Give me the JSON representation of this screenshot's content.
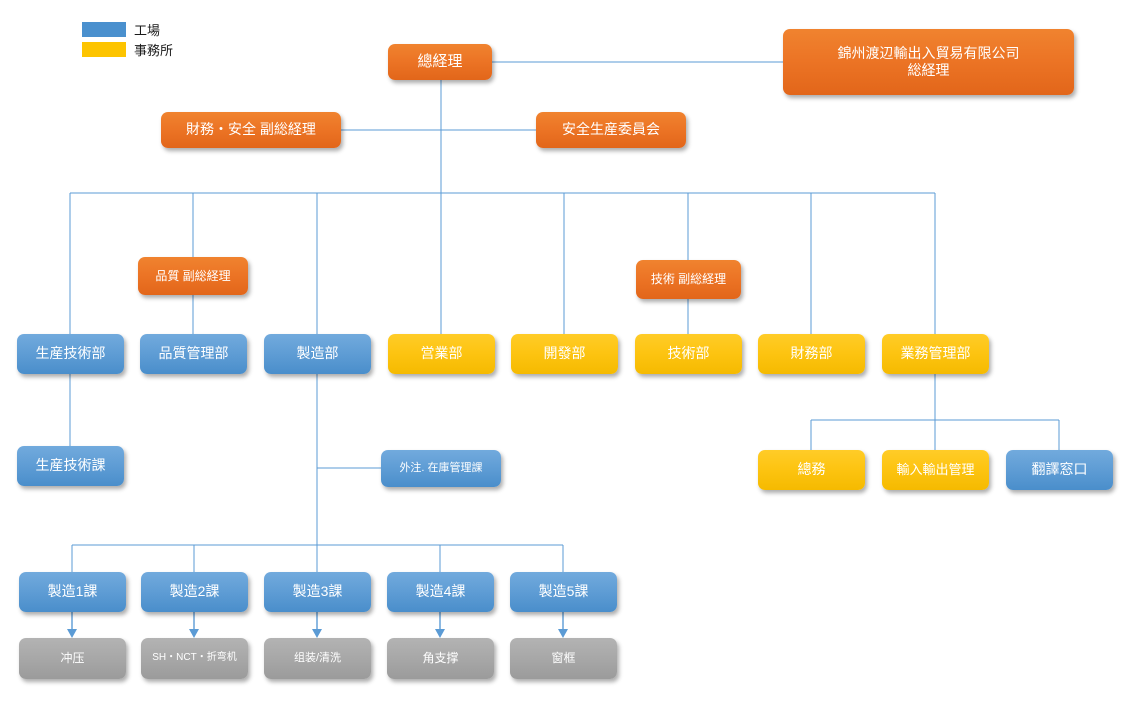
{
  "legend": {
    "items": [
      {
        "label": "工場",
        "color": "#4a90ce",
        "key": "factory"
      },
      {
        "label": "事務所",
        "color": "#fdc400",
        "key": "office"
      }
    ]
  },
  "nodes": {
    "general_manager": {
      "label": "總経理",
      "type": "orange"
    },
    "parent_company": {
      "line1": "錦州渡辺輸出入貿易有限公司",
      "line2": "総経理",
      "type": "orange"
    },
    "finance_safety_deputy": {
      "label": "財務・安全 副総経理",
      "type": "orange"
    },
    "safety_production_cmte": {
      "label": "安全生産委員会",
      "type": "orange"
    },
    "quality_deputy": {
      "label": "品質 副総経理",
      "type": "orange"
    },
    "technology_deputy": {
      "label": "技術 副総経理",
      "type": "orange"
    },
    "dept_production_eng": {
      "label": "生産技術部",
      "type": "blue"
    },
    "dept_quality_control": {
      "label": "品質管理部",
      "type": "blue"
    },
    "dept_manufacturing": {
      "label": "製造部",
      "type": "blue"
    },
    "dept_sales": {
      "label": "営業部",
      "type": "yellow"
    },
    "dept_development": {
      "label": "開發部",
      "type": "yellow"
    },
    "dept_technology": {
      "label": "技術部",
      "type": "yellow"
    },
    "dept_finance": {
      "label": "財務部",
      "type": "yellow"
    },
    "dept_business_admin": {
      "label": "業務管理部",
      "type": "yellow"
    },
    "sec_production_eng": {
      "label": "生産技術課",
      "type": "blue"
    },
    "sec_outsourcing_stock": {
      "label": "外注. 在庫管理課",
      "type": "blue"
    },
    "sec_general_affairs": {
      "label": "總務",
      "type": "yellow"
    },
    "sec_import_export": {
      "label": "輸入輸出管理",
      "type": "yellow"
    },
    "sec_translation_desk": {
      "label": "翻譯窓口",
      "type": "blue"
    },
    "mfg1": {
      "label": "製造1課",
      "type": "blue"
    },
    "mfg2": {
      "label": "製造2課",
      "type": "blue"
    },
    "mfg3": {
      "label": "製造3課",
      "type": "blue"
    },
    "mfg4": {
      "label": "製造4課",
      "type": "blue"
    },
    "mfg5": {
      "label": "製造5課",
      "type": "blue"
    },
    "proc1": {
      "label": "冲压",
      "type": "gray"
    },
    "proc2": {
      "label": "SH・NCT・折弯机",
      "type": "gray"
    },
    "proc3": {
      "label": "组装/清洗",
      "type": "gray"
    },
    "proc4": {
      "label": "角支撑",
      "type": "gray"
    },
    "proc5": {
      "label": "窗框",
      "type": "gray"
    }
  },
  "colors": {
    "orange": "#ec7425",
    "blue": "#5f9dd5",
    "yellow": "#fdc411",
    "gray": "#a8a8a8",
    "connector": "#5b9bd5",
    "text": "#ffffff"
  }
}
